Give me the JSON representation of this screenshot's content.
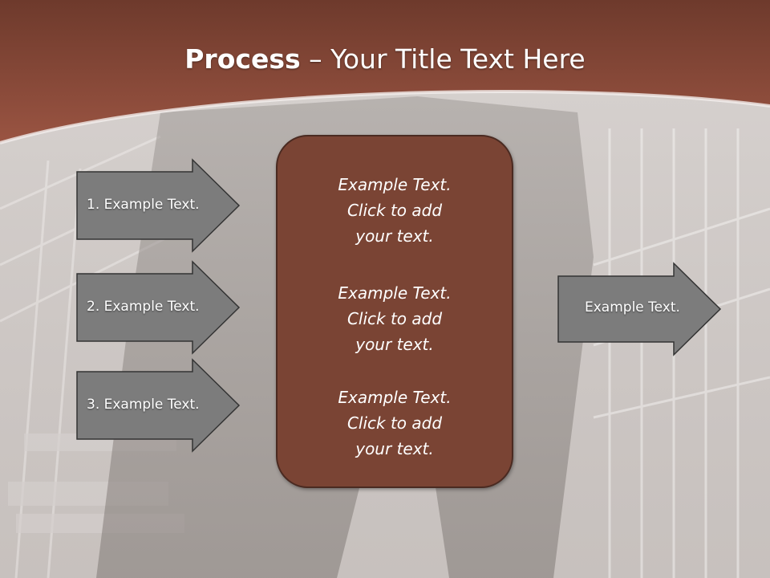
{
  "title": {
    "bold": "Process",
    "rest": " – Your Title Text Here"
  },
  "left_arrows": [
    {
      "label": "1. Example Text."
    },
    {
      "label": "2. Example Text."
    },
    {
      "label": "3. Example Text."
    }
  ],
  "center_blocks": [
    {
      "lines": [
        "Example Text.",
        "Click  to add",
        "your text."
      ]
    },
    {
      "lines": [
        "Example Text.",
        "Click  to add",
        "your text."
      ]
    },
    {
      "lines": [
        "Example Text.",
        "Click  to add",
        "your text."
      ]
    }
  ],
  "right_arrow": {
    "label": "Example Text."
  },
  "colors": {
    "header_brown": "#8a4a38",
    "center_box": "#7a4434",
    "arrow_fill": "#7c7c7c"
  }
}
